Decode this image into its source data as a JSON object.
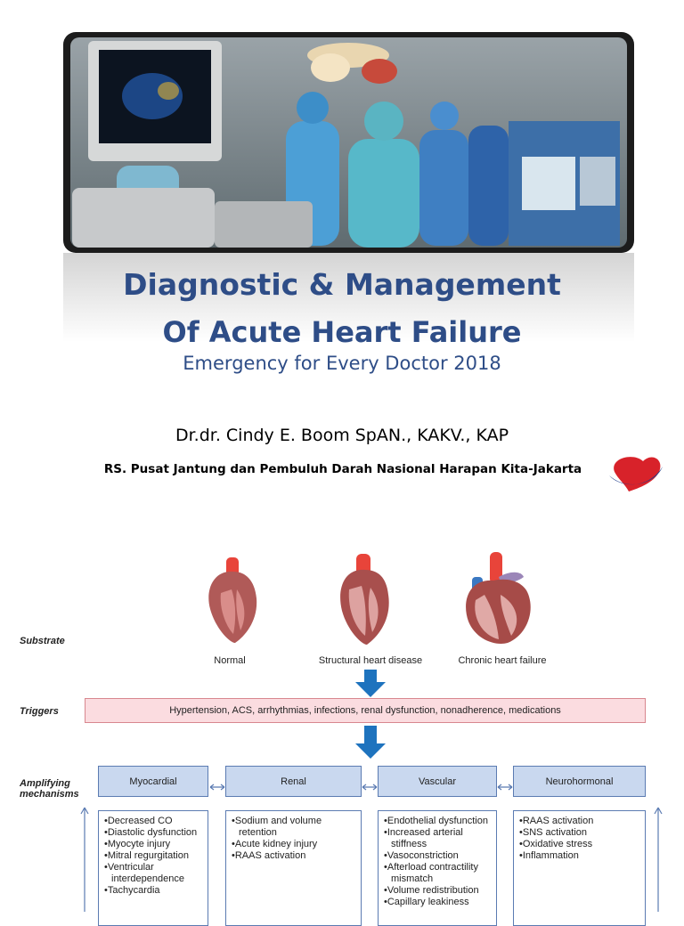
{
  "slide": {
    "title_line1": "Diagnostic & Management",
    "title_line2": "Of Acute Heart Failure",
    "subtitle": "Emergency for Every Doctor 2018",
    "author": "Dr.dr. Cindy E. Boom SpAN., KAKV., KAP",
    "hospital": "RS. Pusat Jantung dan Pembuluh Darah Nasional Harapan Kita-Jakarta"
  },
  "figure": {
    "labels": {
      "substrate": "Substrate",
      "triggers": "Triggers",
      "amplifying": "Amplifying mechanisms"
    },
    "hearts": [
      {
        "caption": "Normal"
      },
      {
        "caption": "Structural heart disease"
      },
      {
        "caption": "Chronic heart failure"
      }
    ],
    "triggers_text": "Hypertension, ACS, arrhythmias, infections, renal dysfunction, nonadherence, medications",
    "mechanisms": [
      {
        "name": "Myocardial",
        "items": [
          "Decreased CO",
          "Diastolic dysfunction",
          "Myocyte injury",
          "Mitral regurgitation",
          "Ventricular interdependence",
          "Tachycardia"
        ]
      },
      {
        "name": "Renal",
        "items": [
          "Sodium and volume retention",
          "Acute kidney injury",
          "RAAS activation"
        ]
      },
      {
        "name": "Vascular",
        "items": [
          "Endothelial dysfunction",
          "Increased arterial stiffness",
          "Vasoconstriction",
          "Afterload contractility mismatch",
          "Volume redistribution",
          "Capillary leakiness"
        ]
      },
      {
        "name": "Neurohormonal",
        "items": [
          "RAAS activation",
          "SNS activation",
          "Oxidative stress",
          "Inflammation"
        ]
      }
    ]
  },
  "colors": {
    "title_blue": "#2e4d87",
    "trigger_fill": "#fbdce0",
    "mechanism_fill": "#c9d8ef",
    "arrow_blue": "#1e73be",
    "logo_red": "#d8222a"
  }
}
